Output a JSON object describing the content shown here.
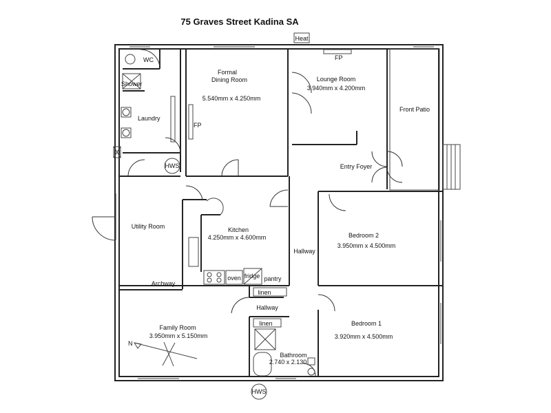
{
  "title": "75 Graves Street Kadina SA",
  "labels": {
    "heat": "Heat",
    "wc": "WC",
    "shower": "Shower",
    "laundry": "Laundry",
    "hws_top": "HWS",
    "formal": "Formal",
    "dining_room": "Dining Room",
    "dining_size": "5.540mm x 4.250mm",
    "fp_dining": "FP",
    "fp_lounge": "FP",
    "lounge_room": "Lounge Room",
    "lounge_size": "3.940mm x 4.200mm",
    "front_patio": "Front Patio",
    "entry_foyer": "Entry Foyer",
    "utility_room": "Utility Room",
    "kitchen": "Kitchen",
    "kitchen_size": "4.250mm x 4.600mm",
    "oven": "oven",
    "fridge": "fridge",
    "pantry": "pantry",
    "archway": "Archway",
    "hallway_vertical": "Hallway",
    "hallway_horizontal": "Hallway",
    "linen_top": "linen",
    "linen_bottom": "linen",
    "bedroom2": "Bedroom 2",
    "bedroom2_size": "3.950mm x 4.500mm",
    "bedroom1": "Bedroom 1",
    "bedroom1_size": "3.920mm x 4.500mm",
    "family_room": "Family Room",
    "family_size": "3.950mm x 5.150mm",
    "north": "N",
    "bathroom": "Bathroom",
    "bathroom_size": "2.740 x 2.130",
    "hws_bottom": "HWS"
  }
}
